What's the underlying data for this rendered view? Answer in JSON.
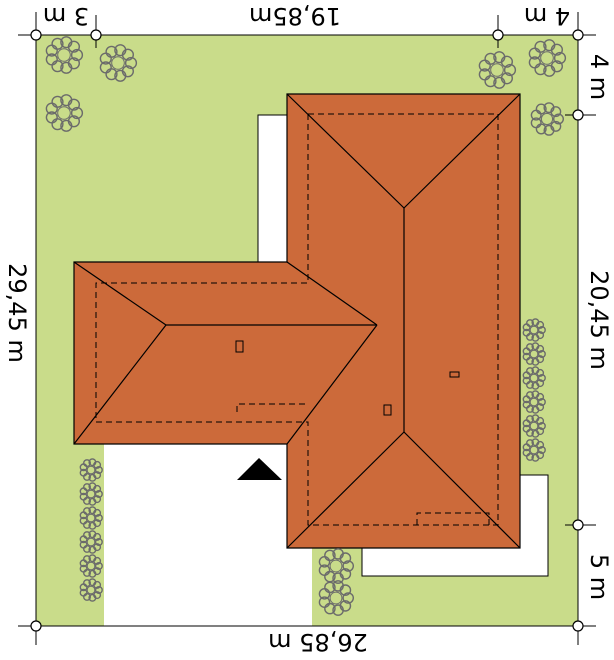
{
  "dimensions": {
    "top_left": "3 m",
    "top_center": "19,85m",
    "top_right": "4 m",
    "right_top": "4 m",
    "right_middle": "20,45 m",
    "right_bottom": "5 m",
    "left_middle": "29,45 m",
    "bottom_center": "26,85 m"
  },
  "colors": {
    "plot": "#c9dc8a",
    "roof": "#cc6a3a",
    "paving": "#ffffff",
    "lines": "#000000",
    "tree": "#6b6b6b"
  },
  "icons": {
    "entrance": "entrance-arrow-icon",
    "tree": "tree-icon"
  }
}
